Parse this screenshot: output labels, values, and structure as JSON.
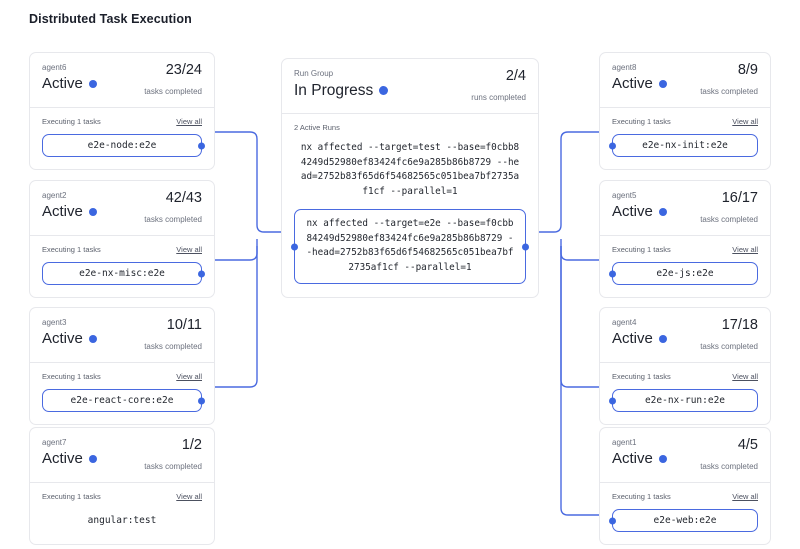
{
  "page": {
    "title": "Distributed Task Execution"
  },
  "colors": {
    "accent": "#3b66e0",
    "pill_border": "#4a6ae0",
    "card_border": "#e7e8ec",
    "text_primary": "#20242e",
    "text_muted": "#6c717e",
    "background": "#ffffff"
  },
  "labels": {
    "tasks_completed": "tasks completed",
    "runs_completed": "runs completed",
    "executing": "Executing 1 tasks",
    "view_all": "View all",
    "status_dot": "status-dot"
  },
  "run_group": {
    "title": "Run Group",
    "status": "In Progress",
    "ratio": "2/4",
    "ratio_label": "runs completed",
    "active_runs_label": "2 Active Runs",
    "runs": [
      {
        "command": "nx affected --target=test --base=f0cbb84249d52980ef83424fc6e9a285b86b8729 --head=2752b83f65d6f54682565c051bea7bf2735af1cf --parallel=1",
        "highlighted": false
      },
      {
        "command": "nx affected --target=e2e --base=f0cbb84249d52980ef83424fc6e9a285b86b8729 --head=2752b83f65d6f54682565c051bea7bf2735af1cf --parallel=1",
        "highlighted": true
      }
    ]
  },
  "left_agents": [
    {
      "name": "agent6",
      "status": "Active",
      "ratio": "23/24",
      "ratio_label": "tasks completed",
      "executing": "Executing 1 tasks",
      "view_all": "View all",
      "task": "e2e-node:e2e",
      "connected": true
    },
    {
      "name": "agent2",
      "status": "Active",
      "ratio": "42/43",
      "ratio_label": "tasks completed",
      "executing": "Executing 1 tasks",
      "view_all": "View all",
      "task": "e2e-nx-misc:e2e",
      "connected": true
    },
    {
      "name": "agent3",
      "status": "Active",
      "ratio": "10/11",
      "ratio_label": "tasks completed",
      "executing": "Executing 1 tasks",
      "view_all": "View all",
      "task": "e2e-react-core:e2e",
      "connected": true
    },
    {
      "name": "agent7",
      "status": "Active",
      "ratio": "1/2",
      "ratio_label": "tasks completed",
      "executing": "Executing 1 tasks",
      "view_all": "View all",
      "task": "angular:test",
      "connected": false
    }
  ],
  "right_agents": [
    {
      "name": "agent8",
      "status": "Active",
      "ratio": "8/9",
      "ratio_label": "tasks completed",
      "executing": "Executing 1 tasks",
      "view_all": "View all",
      "task": "e2e-nx-init:e2e",
      "connected": true
    },
    {
      "name": "agent5",
      "status": "Active",
      "ratio": "16/17",
      "ratio_label": "tasks completed",
      "executing": "Executing 1 tasks",
      "view_all": "View all",
      "task": "e2e-js:e2e",
      "connected": true
    },
    {
      "name": "agent4",
      "status": "Active",
      "ratio": "17/18",
      "ratio_label": "tasks completed",
      "executing": "Executing 1 tasks",
      "view_all": "View all",
      "task": "e2e-nx-run:e2e",
      "connected": true
    },
    {
      "name": "agent1",
      "status": "Active",
      "ratio": "4/5",
      "ratio_label": "tasks completed",
      "executing": "Executing 1 tasks",
      "view_all": "View all",
      "task": "e2e-web:e2e",
      "connected": true
    }
  ]
}
